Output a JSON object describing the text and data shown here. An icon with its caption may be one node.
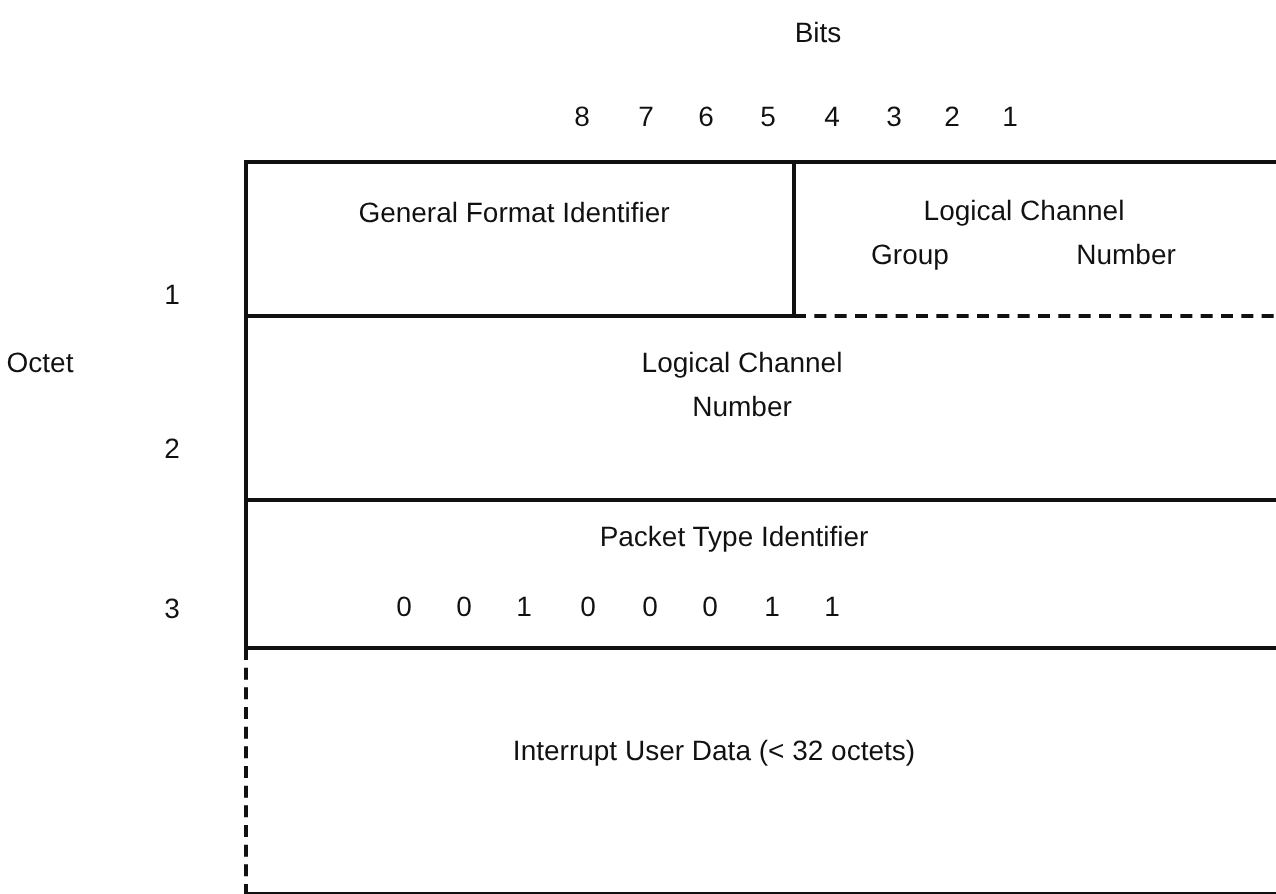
{
  "diagram": {
    "nodes": [
      {
        "text": [
          "General Format Identifier"
        ]
      },
      {
        "text": [
          "Logical Channel",
          "Group",
          "Number"
        ]
      },
      {
        "text": [
          "Logical Channel Number"
        ]
      },
      {
        "text": [
          "Packet Type Identifier",
          "0",
          "0",
          "1",
          "0",
          "0",
          "0",
          "1",
          "1"
        ]
      },
      {
        "text": [
          "Interrupt User Data (< 32 octets)"
        ]
      }
    ],
    "labels": [
      "Bits",
      "8",
      "7",
      "6",
      "5",
      "4",
      "3",
      "2",
      "1",
      "1",
      "Octet",
      "2",
      "3"
    ]
  }
}
